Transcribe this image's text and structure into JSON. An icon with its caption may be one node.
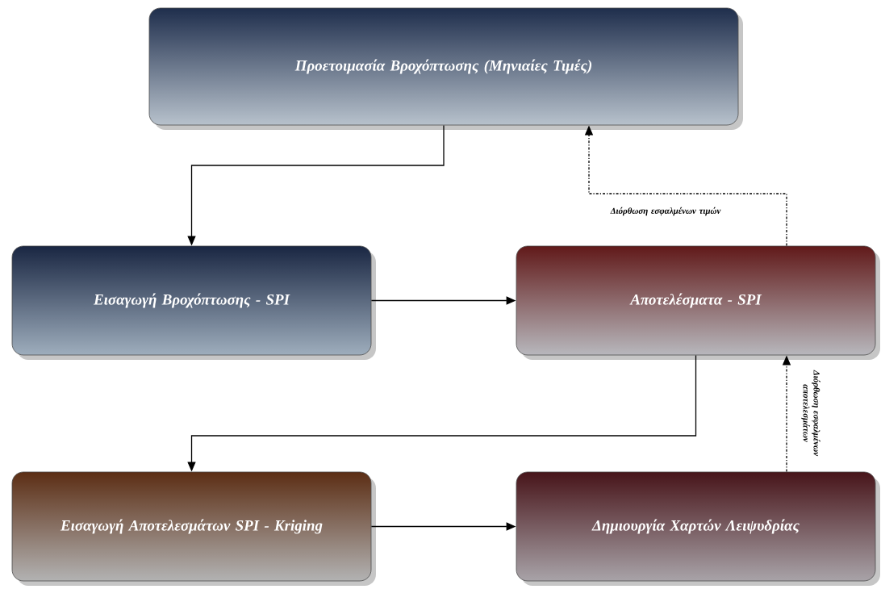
{
  "diagram": {
    "nodes": [
      {
        "text": [
          "Προετοιμασία Βροχόπτωσης (Μηνιαίες Τιμές)"
        ]
      },
      {
        "text": [
          "Εισαγωγή Βροχόπτωσης - SPI"
        ]
      },
      {
        "text": [
          "Αποτελέσματα - SPI"
        ]
      },
      {
        "text": [
          "Εισαγωγή Αποτελεσμάτων SPI - Kriging"
        ]
      },
      {
        "text": [
          "Δημιουργία Χαρτών Λειψυδρίας"
        ]
      }
    ],
    "edges": [
      {
        "from": 0,
        "to": 1,
        "arrow": "to"
      },
      {
        "from": 1,
        "to": 2,
        "arrow": "to"
      },
      {
        "from": 2,
        "to": 0,
        "arrow": "to",
        "style": "dashed",
        "label": "Διόρθωση εσφαλμένων τιμών"
      },
      {
        "from": 2,
        "to": 3,
        "arrow": "to"
      },
      {
        "from": 3,
        "to": 4,
        "arrow": "to"
      },
      {
        "from": 4,
        "to": 2,
        "arrow": "to",
        "style": "dashed",
        "label": "Διόρθωση εσφαλμένων αποτελεσμάτων"
      }
    ]
  }
}
